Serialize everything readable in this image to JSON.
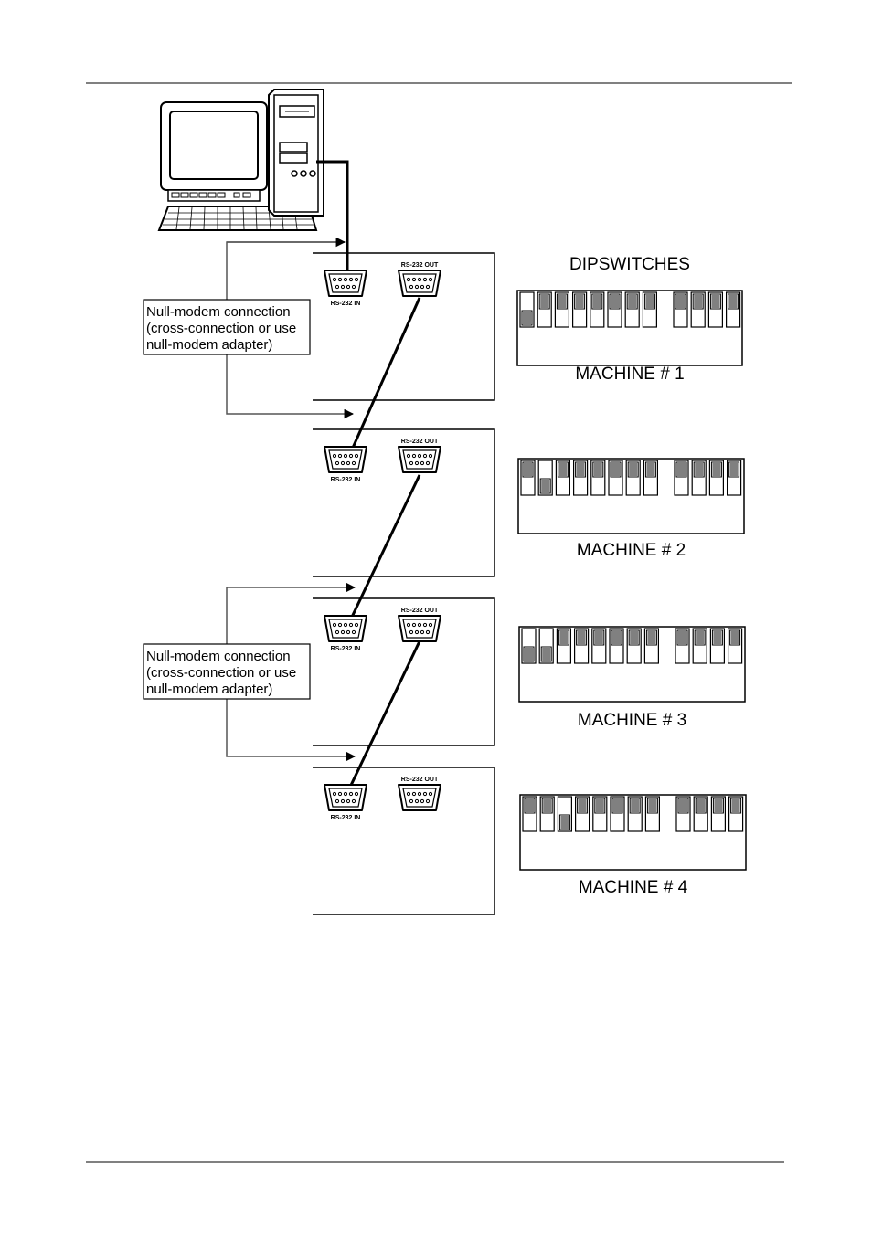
{
  "colors": {
    "line": "#000000",
    "paper": "#ffffff",
    "screen": "#ffffff"
  },
  "icons": {
    "computer": "desktop-computer-icon",
    "port": "db9-connector-icon"
  },
  "dipswitch_title": "DIPSWITCHES",
  "null_modem_notes": [
    {
      "lines": [
        "Null-modem connection",
        "(cross-connection or use",
        "null-modem adapter)"
      ]
    },
    {
      "lines": [
        "Null-modem connection",
        "(cross-connection or use",
        "null-modem adapter)"
      ]
    }
  ],
  "machines": [
    {
      "label": "MACHINE # 1",
      "in_label": "RS-232 IN",
      "out_label": "RS-232 OUT",
      "switch_groups": [
        [
          1,
          0,
          0,
          0,
          0,
          0,
          0,
          0
        ],
        [
          0,
          0,
          0,
          0
        ]
      ]
    },
    {
      "label": "MACHINE # 2",
      "in_label": "RS-232 IN",
      "out_label": "RS-232 OUT",
      "switch_groups": [
        [
          0,
          1,
          0,
          0,
          0,
          0,
          0,
          0
        ],
        [
          0,
          0,
          0,
          0
        ]
      ]
    },
    {
      "label": "MACHINE # 3",
      "in_label": "RS-232 IN",
      "out_label": "RS-232 OUT",
      "switch_groups": [
        [
          1,
          1,
          0,
          0,
          0,
          0,
          0,
          0
        ],
        [
          0,
          0,
          0,
          0
        ]
      ]
    },
    {
      "label": "MACHINE # 4",
      "in_label": "RS-232 IN",
      "out_label": "RS-232 OUT",
      "switch_groups": [
        [
          0,
          0,
          1,
          0,
          0,
          0,
          0,
          0
        ],
        [
          0,
          0,
          0,
          0
        ]
      ]
    }
  ]
}
